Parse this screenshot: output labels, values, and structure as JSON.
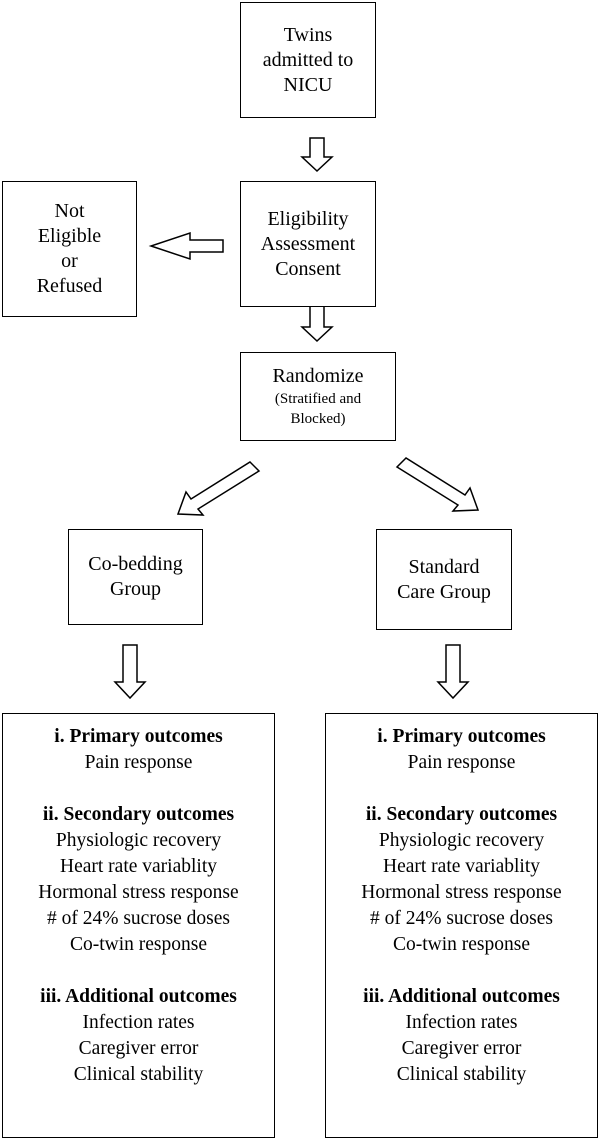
{
  "nodes": {
    "twins": [
      "Twins",
      "admitted to",
      "NICU"
    ],
    "not_eligible": [
      "Not",
      "Eligible",
      "or",
      "Refused"
    ],
    "eligibility": [
      "Eligibility",
      "Assessment",
      "Consent"
    ],
    "randomize": {
      "title": "Randomize",
      "sub": [
        "(Stratified and",
        "Blocked)"
      ]
    },
    "cobedding": [
      "Co-bedding",
      "Group"
    ],
    "standard": [
      "Standard",
      "Care Group"
    ]
  },
  "outcomes_left": {
    "primary_heading": "i. Primary outcomes",
    "primary_items": [
      "Pain response"
    ],
    "secondary_heading": "ii. Secondary outcomes",
    "secondary_items": [
      "Physiologic recovery",
      "Heart rate variablity",
      "Hormonal stress response",
      "# of 24% sucrose doses",
      "Co-twin response"
    ],
    "additional_heading": "iii. Additional outcomes",
    "additional_items": [
      "Infection rates",
      "Caregiver error",
      "Clinical stability"
    ]
  },
  "outcomes_right": {
    "primary_heading": "i. Primary outcomes",
    "primary_items": [
      "Pain response"
    ],
    "secondary_heading": "ii. Secondary outcomes",
    "secondary_items": [
      "Physiologic recovery",
      "Heart rate variablity",
      "Hormonal stress response",
      "# of 24% sucrose doses",
      "Co-twin response"
    ],
    "additional_heading": "iii. Additional outcomes",
    "additional_items": [
      "Infection rates",
      "Caregiver error",
      "Clinical stability"
    ]
  }
}
